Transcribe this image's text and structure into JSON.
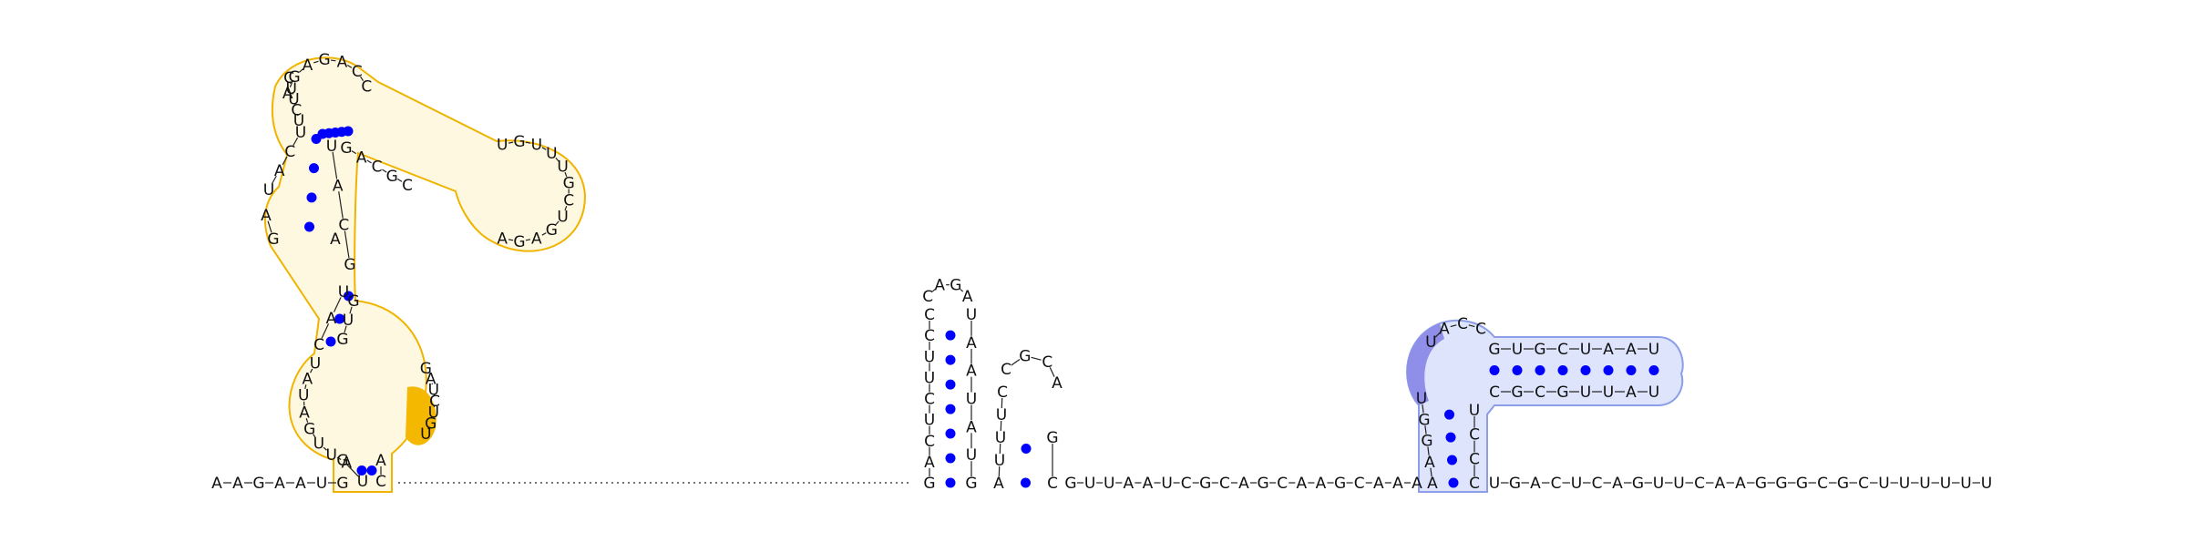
{
  "diagram": {
    "type": "rna-secondary-structure",
    "colors": {
      "nucleotide_text": "#111111",
      "backbone": "#222222",
      "base_pair_dot": "#0000ff",
      "domain_a_outline": "#f0b400",
      "domain_a_fill": "#fff8e1",
      "domain_a_highlight": "#f5b800",
      "domain_b_outline": "#8c9ee8",
      "domain_b_fill": "#dde4fb",
      "domain_b_highlight": "#8f8ee8"
    },
    "sequence_5prime": "AAGAAUG",
    "sequence_3prime": "UGACUCAGUUCAAGGGCGCUUUUUU",
    "middle_linker": "GUUAAUCGCAGCAAGCAAA",
    "hairpin_1": {
      "left": "GACUCUUCC",
      "loop": "CAGA",
      "right": "UAAUAUG"
    },
    "hairpin_2": {
      "left": "AUUUC",
      "loop": "CGCA",
      "right": "GC"
    },
    "domain_a": {
      "stem1_left": "GU",
      "stem1_right": "CA",
      "interior_left": "AUUGAUAU",
      "interior_right": "GAUCUGU",
      "stem2_left": "CAU",
      "stem2_right": "GUG",
      "bulge_left": "GA",
      "bulge_right": "A",
      "stem3_left": "UACU",
      "stem3_right": "GCAU",
      "stem4_left": "UCUUC",
      "stem4_right": "GACGC",
      "apical_loop": "AGAGACC",
      "terminal_loop": "UGUUUGCUGAGA"
    },
    "domain_b": {
      "stem_left": "AAGGU",
      "stem_right": "UCCC",
      "loop_left": "UACC",
      "helix_top": "GUGCUAAU",
      "helix_bottom": "UAUUGCGC"
    }
  }
}
